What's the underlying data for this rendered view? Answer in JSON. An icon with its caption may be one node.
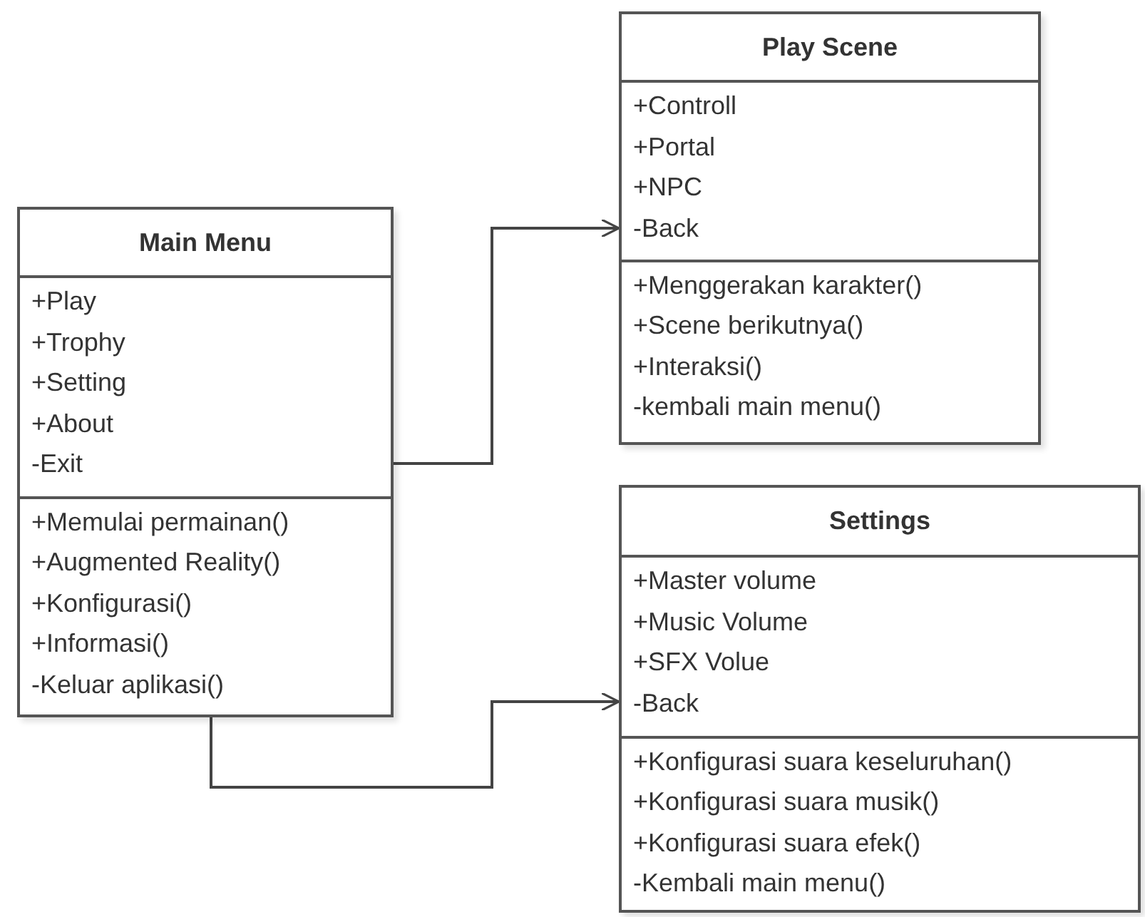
{
  "diagram": {
    "nodes": [
      {
        "text": [
          "Main Menu"
        ]
      },
      {
        "text": [
          "+Play",
          "+Trophy",
          "+Setting",
          "+About",
          "-Exit"
        ],
        "in": 0
      },
      {
        "text": [
          "+Memulai permainan()",
          "+Augmented Reality()",
          "+Konfigurasi()",
          "+Informasi()",
          "-Keluar aplikasi()"
        ],
        "in": 0
      },
      {
        "text": [
          "Play Scene"
        ]
      },
      {
        "text": [
          "+Controll",
          "+Portal",
          "+NPC",
          "-Back"
        ],
        "in": 3
      },
      {
        "text": [
          "+Menggerakan karakter()",
          "+Scene berikutnya()",
          "+Interaksi()",
          "-kembali main menu()"
        ],
        "in": 3
      },
      {
        "text": [
          "Settings"
        ]
      },
      {
        "text": [
          "+Master volume",
          "+Music Volume",
          "+SFX Volue",
          "-Back"
        ],
        "in": 6
      },
      {
        "text": [
          "+Konfigurasi suara keseluruhan()",
          "+Konfigurasi suara musik()",
          "+Konfigurasi suara efek()",
          "-Kembali main menu()"
        ],
        "in": 6
      }
    ],
    "edges": [
      {
        "from": 0,
        "to": 3,
        "arrow": "to"
      },
      {
        "from": 0,
        "to": 6,
        "arrow": "to"
      }
    ]
  }
}
